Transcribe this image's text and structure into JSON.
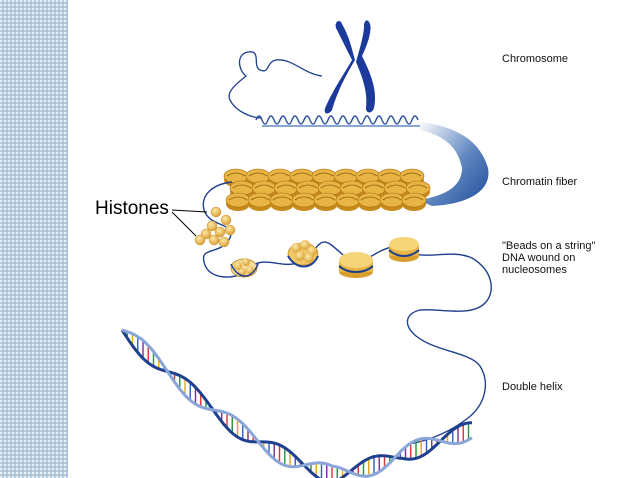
{
  "labels": {
    "chromosome": "Chromosome",
    "chromatin_fiber": "Chromatin fiber",
    "beads": "\"Beads on a string\"\nDNA wound on\nnucleosomes",
    "double_helix": "Double helix",
    "histones": "Histones"
  },
  "colors": {
    "chromosome": "#1c3a9c",
    "dna_backbone": "#1f3f8f",
    "nucleosome_gold": "#e8b443",
    "histone": "#f4d38e",
    "sidebar": "#b9cde0"
  }
}
